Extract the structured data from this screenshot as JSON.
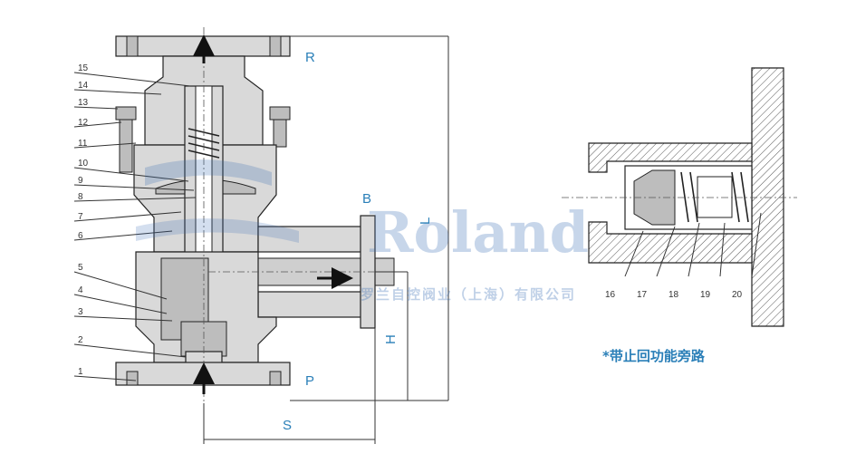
{
  "callouts": {
    "1": "1",
    "2": "2",
    "3": "3",
    "4": "4",
    "5": "5",
    "6": "6",
    "7": "7",
    "8": "8",
    "9": "9",
    "10": "10",
    "11": "11",
    "12": "12",
    "13": "13",
    "14": "14",
    "15": "15",
    "16": "16",
    "17": "17",
    "18": "18",
    "19": "19",
    "20": "20"
  },
  "ports": {
    "outlet": "R",
    "branch": "B",
    "inlet": "P"
  },
  "dimensions": {
    "s": "S",
    "l": "L",
    "h": "H"
  },
  "watermark": {
    "brand": "Roland",
    "company": "罗兰自控阀业（上海）有限公司"
  },
  "caption": "*带止回功能旁路",
  "colors": {
    "label_blue": "#2a7fb8",
    "watermark_blue": "#3a6fb5"
  }
}
